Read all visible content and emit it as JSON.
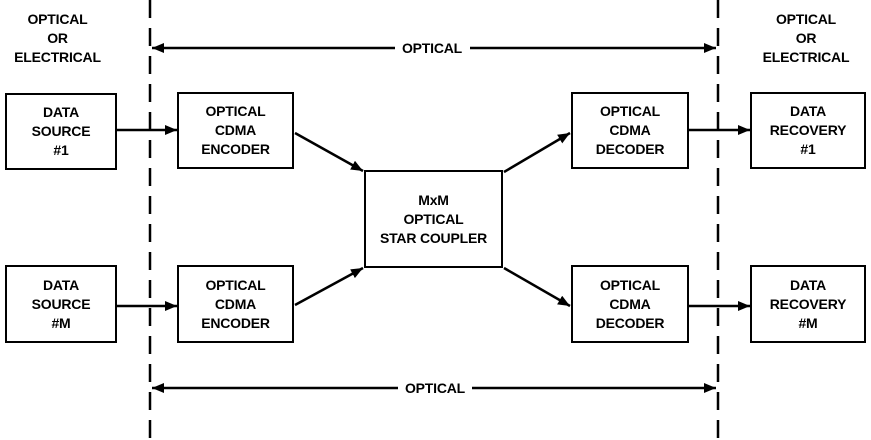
{
  "domains": {
    "left": [
      "OPTICAL",
      "OR",
      "ELECTRICAL"
    ],
    "right": [
      "OPTICAL",
      "OR",
      "ELECTRICAL"
    ]
  },
  "spans": {
    "top": "OPTICAL",
    "bottom": "OPTICAL"
  },
  "blocks": {
    "data_source_1": [
      "DATA",
      "SOURCE",
      "#1"
    ],
    "encoder_1": [
      "OPTICAL",
      "CDMA",
      "ENCODER"
    ],
    "star_coupler": [
      "MxM",
      "OPTICAL",
      "STAR COUPLER"
    ],
    "decoder_1": [
      "OPTICAL",
      "CDMA",
      "DECODER"
    ],
    "data_recovery_1": [
      "DATA",
      "RECOVERY",
      "#1"
    ],
    "data_source_m": [
      "DATA",
      "SOURCE",
      "#M"
    ],
    "encoder_m": [
      "OPTICAL",
      "CDMA",
      "ENCODER"
    ],
    "decoder_m": [
      "OPTICAL",
      "CDMA",
      "DECODER"
    ],
    "data_recovery_m": [
      "DATA",
      "RECOVERY",
      "#M"
    ]
  },
  "colors": {
    "ink": "#000000",
    "background": "#ffffff"
  }
}
